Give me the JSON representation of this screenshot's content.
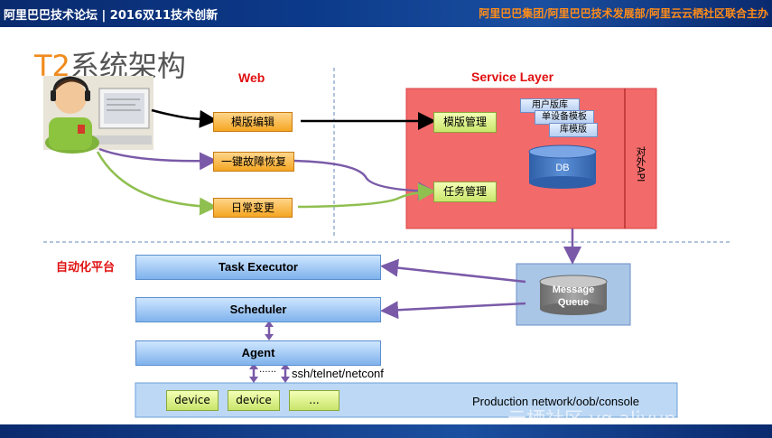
{
  "header": {
    "left_title": "阿里巴巴技术论坛 | 2016双11技术创新",
    "right_title": "阿里巴巴集团/阿里巴巴技术发展部/阿里云云栖社区联合主办"
  },
  "slide": {
    "title_prefix": "T2",
    "title_rest": "系统架构"
  },
  "sections": {
    "web": "Web",
    "service_layer": "Service Layer",
    "automation_platform": "自动化平台"
  },
  "web_boxes": {
    "template_edit": "模版编辑",
    "one_click_recovery": "一键故障恢复",
    "daily_change": "日常变更"
  },
  "service_boxes": {
    "template_mgmt": "模版管理",
    "task_mgmt": "任务管理",
    "db": "DB",
    "external_api": "对外API",
    "user_template_lib": "用户版库",
    "single_device_template": "单设备模板",
    "library_template": "库模版"
  },
  "platform": {
    "task_executor": "Task Executor",
    "scheduler": "Scheduler",
    "agent": "Agent",
    "mq_line1": "Message",
    "mq_line2": "Queue",
    "dots": "......",
    "protocols": "ssh/telnet/netconf",
    "device1": "device",
    "device2": "device",
    "device_more": "...",
    "network": "Production network/oob/console"
  },
  "watermark": "云栖社区 yq.aliyun.com",
  "colors": {
    "header_bg": "#0c3a8a",
    "header_right": "#ff8c1a",
    "title_accent": "#f08a1c",
    "section_red": "#e01010",
    "service_panel": "#f26a6a",
    "arrow_purple": "#7a5aa8",
    "arrow_green": "#8fbf4f",
    "arrow_black": "#000000"
  }
}
